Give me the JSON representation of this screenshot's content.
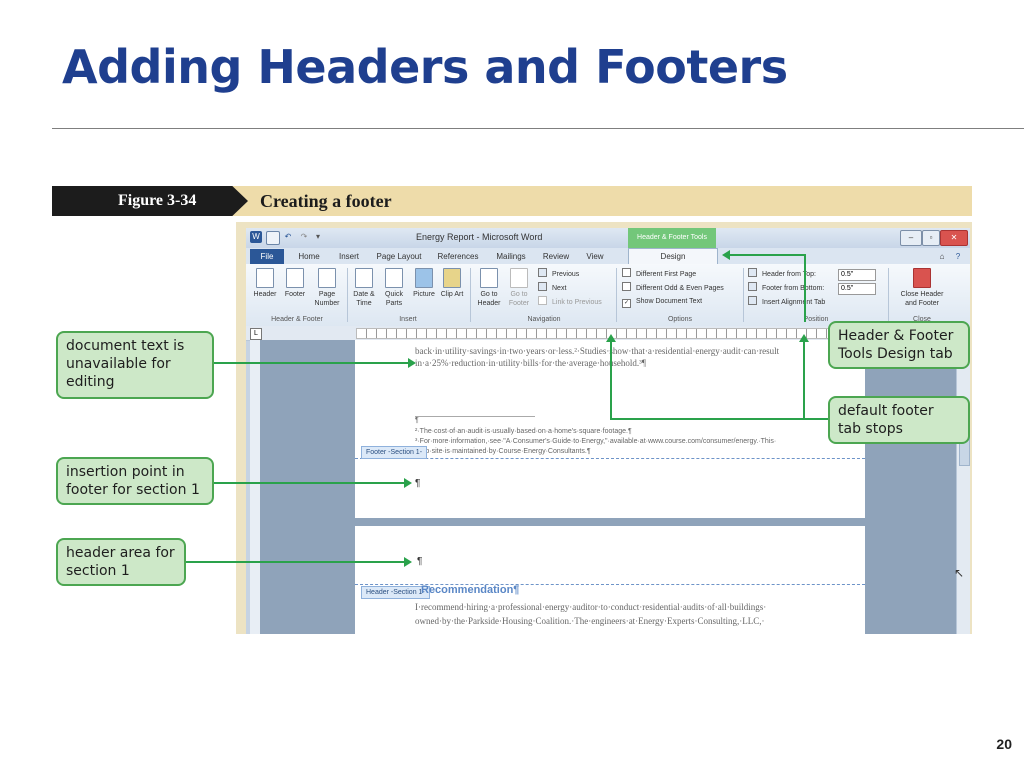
{
  "slide": {
    "title": "Adding Headers and Footers",
    "page_number": "20"
  },
  "figure": {
    "label": "Figure 3-34",
    "caption": "Creating a footer"
  },
  "word": {
    "window_title": "Energy Report - Microsoft Word",
    "contextual_tab": "Header & Footer Tools",
    "tabs": [
      "File",
      "Home",
      "Insert",
      "Page Layout",
      "References",
      "Mailings",
      "Review",
      "View",
      "Design"
    ],
    "ribbon": {
      "header": "Header",
      "footer": "Footer",
      "page_number": "Page Number",
      "date_time": "Date & Time",
      "quick_parts": "Quick Parts",
      "picture": "Picture",
      "clip_art": "Clip Art",
      "goto_header": "Go to Header",
      "goto_footer": "Go to Footer",
      "previous": "Previous",
      "next": "Next",
      "link_prev": "Link to Previous",
      "diff_first": "Different First Page",
      "diff_odd_even": "Different Odd & Even Pages",
      "show_doc_text": "Show Document Text",
      "header_from_top": "Header from Top:",
      "header_from_top_val": "0.5\"",
      "footer_from_bottom": "Footer from Bottom:",
      "footer_from_bottom_val": "0.5\"",
      "insert_alignment_tab": "Insert Alignment Tab",
      "close_header_footer": "Close Header and Footer",
      "groups": [
        "Header & Footer",
        "Insert",
        "Navigation",
        "Options",
        "Position",
        "Close"
      ]
    },
    "doc": {
      "line1": "back·in·utility·savings·in·two·years·or·less.²·Studies·show·that·a·residential·energy·audit·can·result",
      "line2": "in·a·25%·reduction·in·utility·bills·for·the·average·household.³¶",
      "fn_rule": "¶",
      "fn1": "²·The·cost·of·an·audit·is·usually·based·on·a·home's·square·footage.¶",
      "fn2": "³·For·more·information,·see·\"A·Consumer's·Guide·to·Energy,\"·available·at·www.course.com/consumer/energy.·This·",
      "fn3": "Web·site·is·maintained·by·Course·Energy·Consultants.¶",
      "footer_tag": "Footer -Section 1-",
      "header_tag": "Header -Section 1-",
      "heading": "Recommendation¶",
      "body1": "I·recommend·hiring·a·professional·energy·auditor·to·conduct·residential·audits·of·all·buildings·",
      "body2": "owned·by·the·Parkside·Housing·Coalition.·The·engineers·at·Energy·Experts·Consulting,·LLC,·"
    }
  },
  "callouts": {
    "doc_unavailable": "document text is unavailable for editing",
    "insertion_point": "insertion point in footer for section 1",
    "header_area": "header area for section 1",
    "design_tab": "Header & Footer Tools Design tab",
    "tab_stops": "default footer tab stops"
  },
  "colors": {
    "title": "#1f3f8f",
    "callout_border": "#4ca651",
    "callout_fill": "#cde8c8",
    "arrow": "#2aa24b",
    "figure_bar": "#eedcaa"
  }
}
